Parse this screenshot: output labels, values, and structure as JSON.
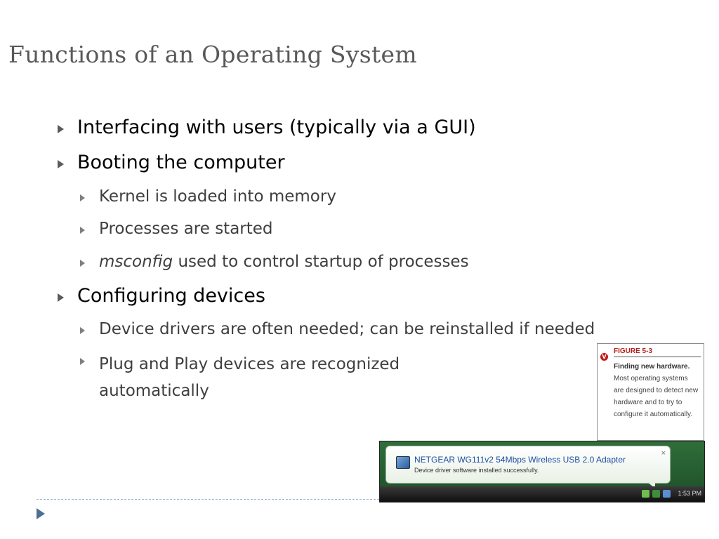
{
  "slide": {
    "title": "Functions of an Operating System",
    "bullets": {
      "b1": "Interfacing with users (typically via a GUI)",
      "b2": "Booting the computer",
      "b2_1": "Kernel is loaded into memory",
      "b2_2": "Processes are started",
      "b2_3_italic": "msconfig",
      "b2_3_rest": " used to control startup of processes",
      "b3": "Configuring devices",
      "b3_1": "Device drivers are often needed; can be reinstalled if needed",
      "b3_2": "Plug and Play devices are recognized automatically"
    }
  },
  "figure": {
    "badge": "V",
    "label": "FIGURE 5-3",
    "caption_bold": "Finding new hardware.",
    "caption_rest": " Most operating systems are designed to detect new hardware and to try to configure it automatically."
  },
  "screenshot": {
    "headline": "NETGEAR WG111v2 54Mbps Wireless USB 2.0 Adapter",
    "subtext": "Device driver software installed successfully.",
    "close": "×",
    "clock": "1:53 PM"
  },
  "colors": {
    "title": "#595959",
    "bullet_arrow": "#5a5a5a",
    "figure_accent": "#b2201a",
    "nav_arrow": "#4d6f94"
  }
}
